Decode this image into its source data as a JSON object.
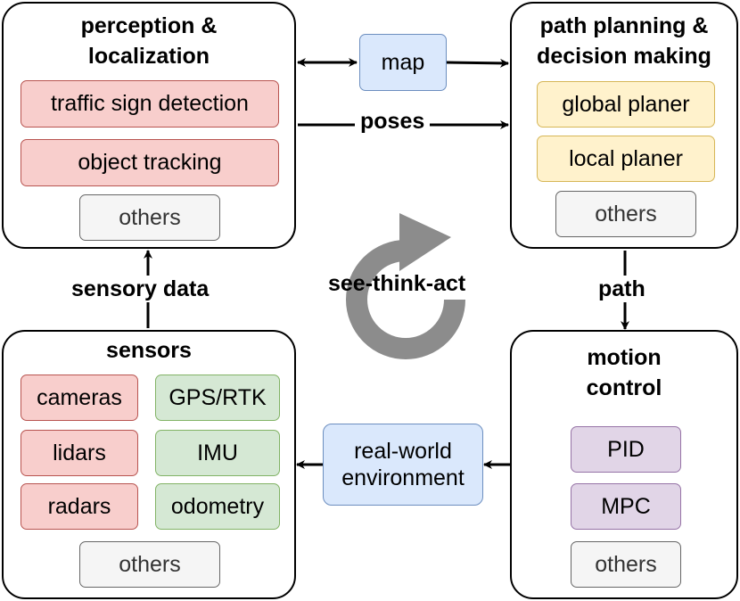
{
  "perception": {
    "title": "perception &\nlocalization",
    "items": [
      "traffic sign detection",
      "object tracking",
      "others"
    ]
  },
  "planning": {
    "title": "path planning &\ndecision making",
    "items": [
      "global planer",
      "local planer",
      "others"
    ]
  },
  "sensors": {
    "title": "sensors",
    "items": [
      "cameras",
      "GPS/RTK",
      "lidars",
      "IMU",
      "radars",
      "odometry",
      "others"
    ]
  },
  "motion": {
    "title": "motion\ncontrol",
    "items": [
      "PID",
      "MPC",
      "others"
    ]
  },
  "map": "map",
  "environment": "real-world\nenvironment",
  "edges": {
    "poses": "poses",
    "sensory_data": "sensory data",
    "path": "path",
    "cycle": "see-think-act"
  },
  "colors": {
    "red_fill": "#f8cecc",
    "green_fill": "#d5e8d4",
    "yellow_fill": "#fff2cc",
    "purple_fill": "#e1d5e7",
    "grey_fill": "#f5f5f5",
    "blue_fill": "#dae8fc",
    "cycle_arrow": "#8c8c8c"
  }
}
